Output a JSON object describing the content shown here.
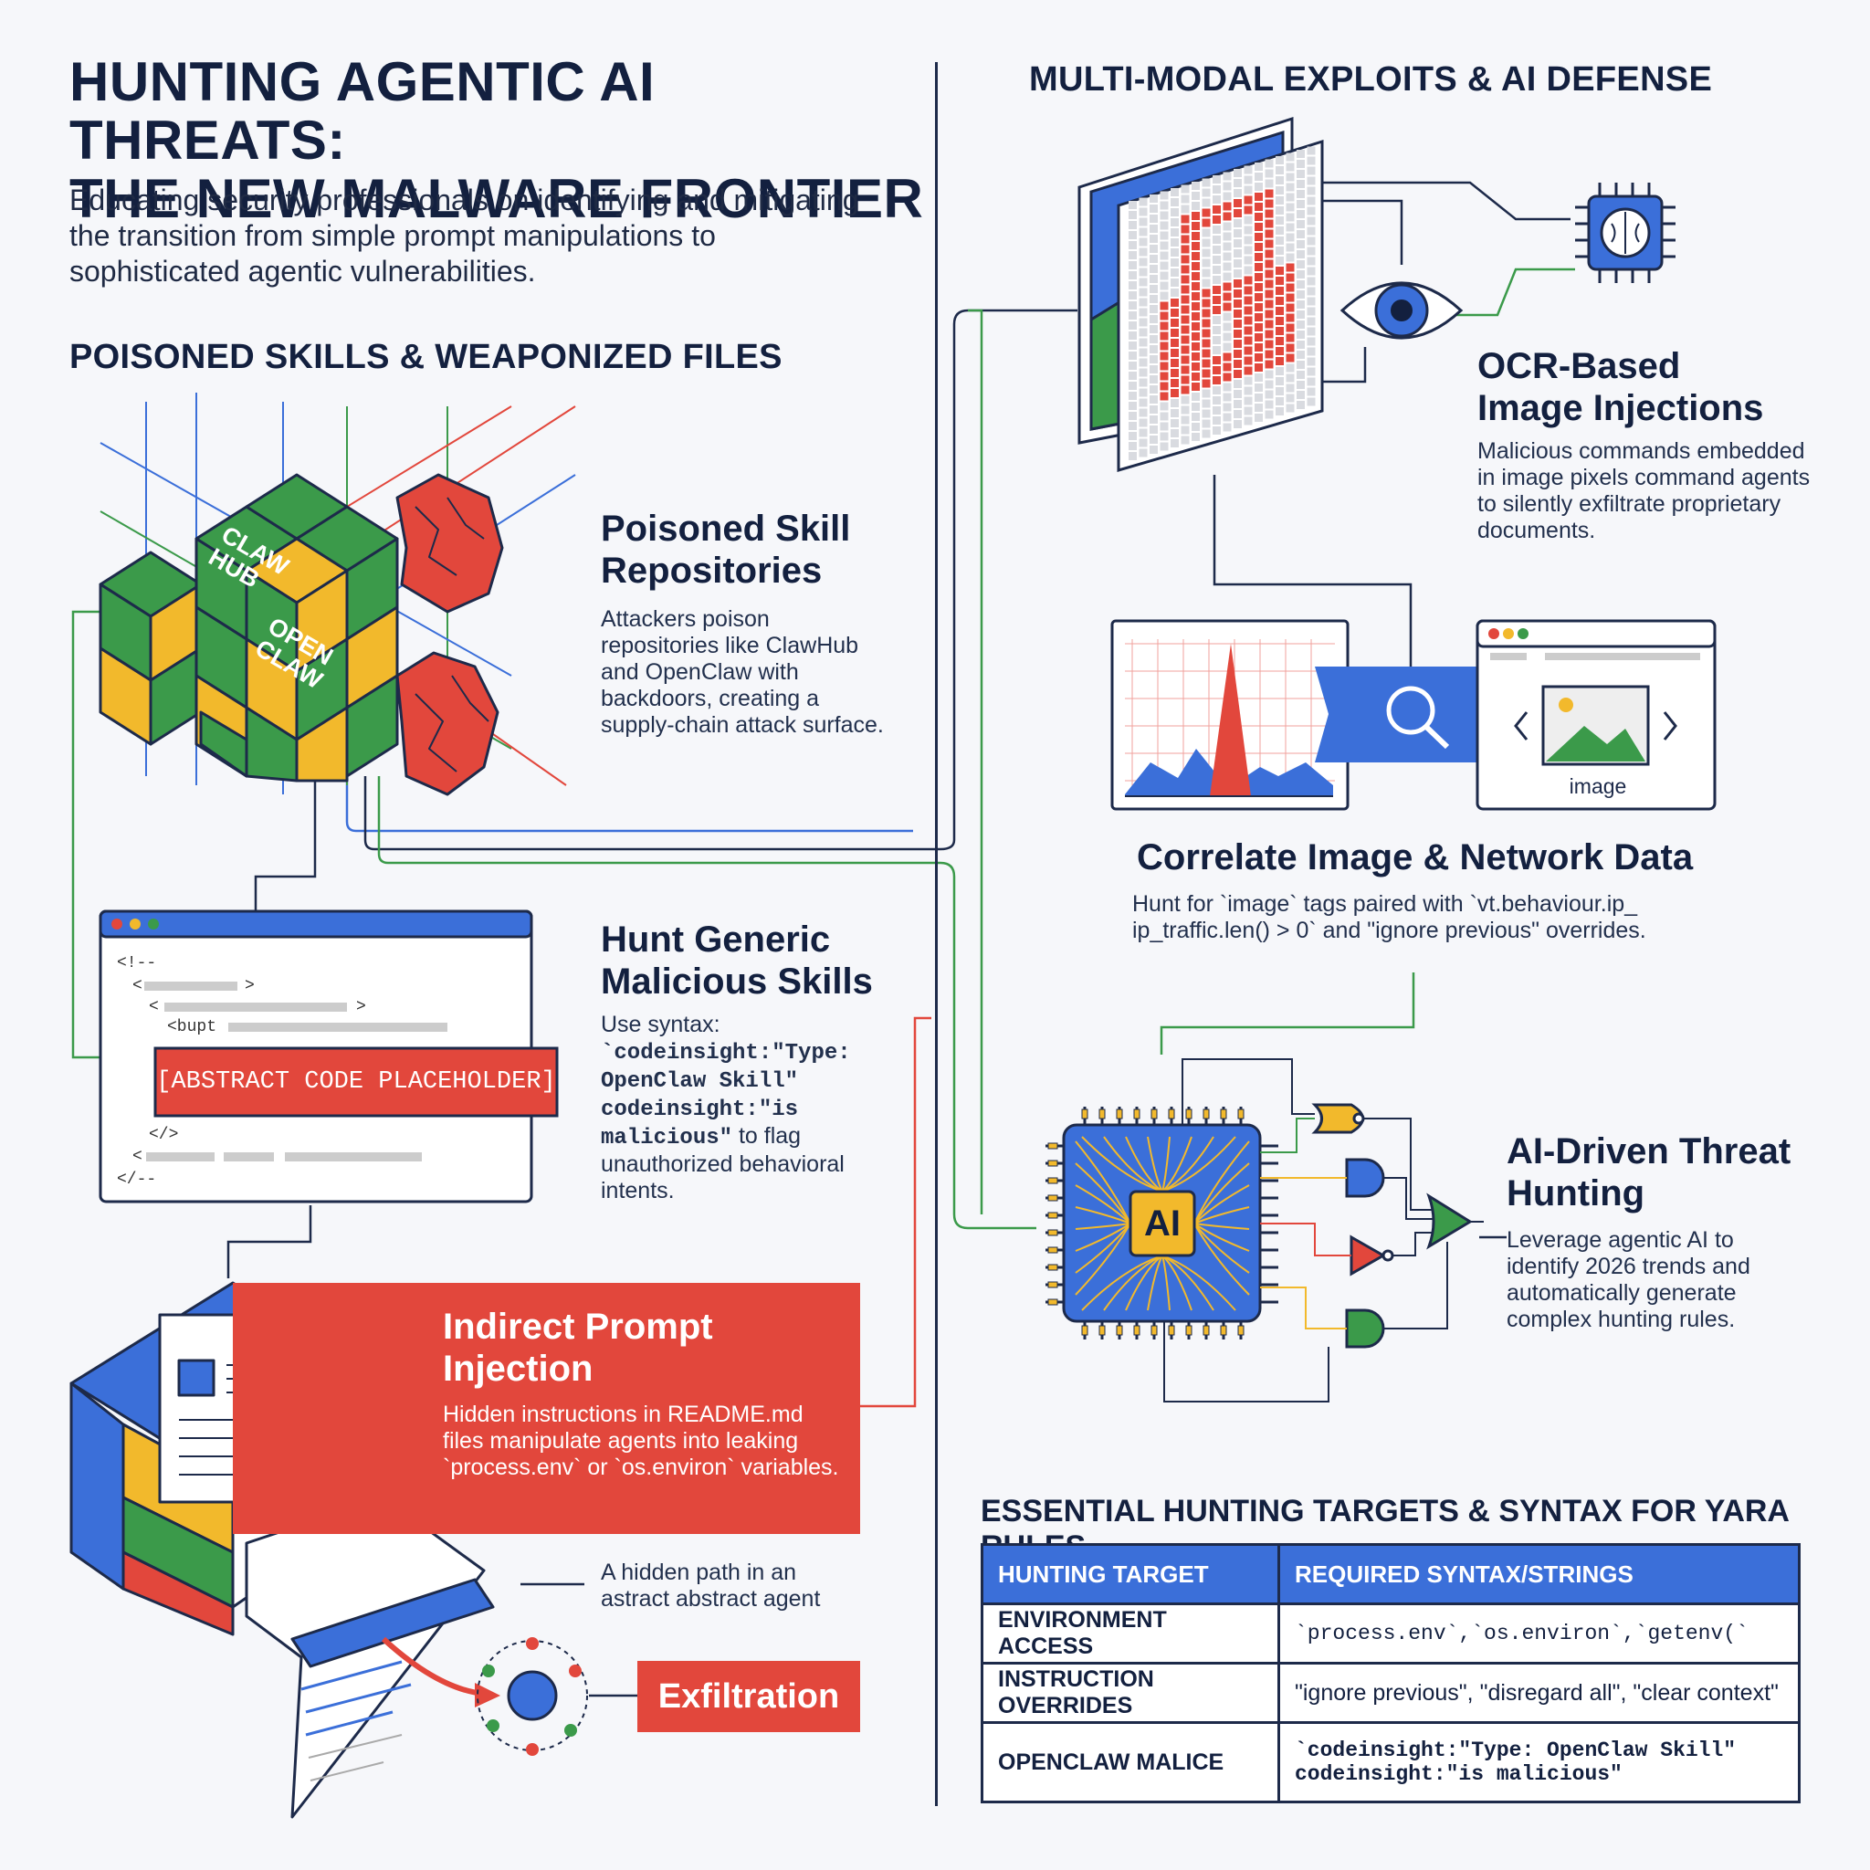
{
  "header": {
    "title_line1": "HUNTING AGENTIC AI THREATS:",
    "title_line2": "THE NEW MALWARE FRONTIER",
    "subtitle": "Educating security professionals on identifying and mitigating the transition from simple prompt manipulations to sophisticated agentic vulnerabilities."
  },
  "left": {
    "section_title": "POISONED SKILLS & WEAPONIZED FILES",
    "cube_labels": [
      "CLAW HUB",
      "OPEN CLAW"
    ],
    "poisoned": {
      "title": "Poisoned Skill Repositories",
      "text": "Attackers poison repositories like ClawHub and OpenClaw with backdoors, creating a supply-chain attack surface."
    },
    "code_window": {
      "line1": "<!--",
      "line_bupt": "<bupt",
      "placeholder": "[ABSTRACT CODE PLACEHOLDER]",
      "close1": "</>",
      "close2": "</--"
    },
    "hunt": {
      "title": "Hunt Generic Malicious Skills",
      "intro": "Use syntax:",
      "code": "`codeinsight:\"Type: OpenClaw Skill\" codeinsight:\"is malicious\"",
      "outro": "to flag unauthorized behavioral intents."
    },
    "indirect": {
      "title": "Indirect Prompt Injection",
      "text": "Hidden instructions in README.md files manipulate agents into leaking `process.env` or `os.environ` variables."
    },
    "hidden_path": "A hidden path in an astract abstract agent",
    "exfiltration": "Exfiltration"
  },
  "right": {
    "section_title": "MULTI-MODAL EXPLOITS & AI DEFENSE",
    "ocr": {
      "title": "OCR-Based Image Injections",
      "text": "Malicious commands embedded in image pixels command agents to silently exfiltrate proprietary documents."
    },
    "browser_image_label": "image",
    "correlate": {
      "title": "Correlate Image & Network Data",
      "text": "Hunt for `image` tags paired with `vt.behaviour.ip_ ip_traffic.len() > 0` and \"ignore previous\" overrides."
    },
    "chip_label": "AI",
    "ai_hunting": {
      "title": "AI-Driven Threat Hunting",
      "text": "Leverage agentic AI to identify 2026 trends and automatically generate complex hunting rules."
    },
    "yara": {
      "title": "ESSENTIAL HUNTING TARGETS & SYNTAX FOR YARA RULES",
      "headers": [
        "HUNTING TARGET",
        "REQUIRED SYNTAX/STRINGS"
      ],
      "rows": [
        {
          "target": "ENVIRONMENT ACCESS",
          "syntax": "`process.env`,`os.environ`,`getenv(`"
        },
        {
          "target": "INSTRUCTION OVERRIDES",
          "syntax": "\"ignore previous\", \"disregard all\", \"clear context\""
        },
        {
          "target": "OPENCLAW MALICE",
          "syntax": "`codeinsight:\"Type: OpenClaw Skill\" codeinsight:\"is malicious\""
        }
      ]
    }
  },
  "colors": {
    "navy": "#13203f",
    "blue": "#3b6fd9",
    "red": "#e2473c",
    "green": "#3b9a4a",
    "yellow": "#f2b92c"
  }
}
